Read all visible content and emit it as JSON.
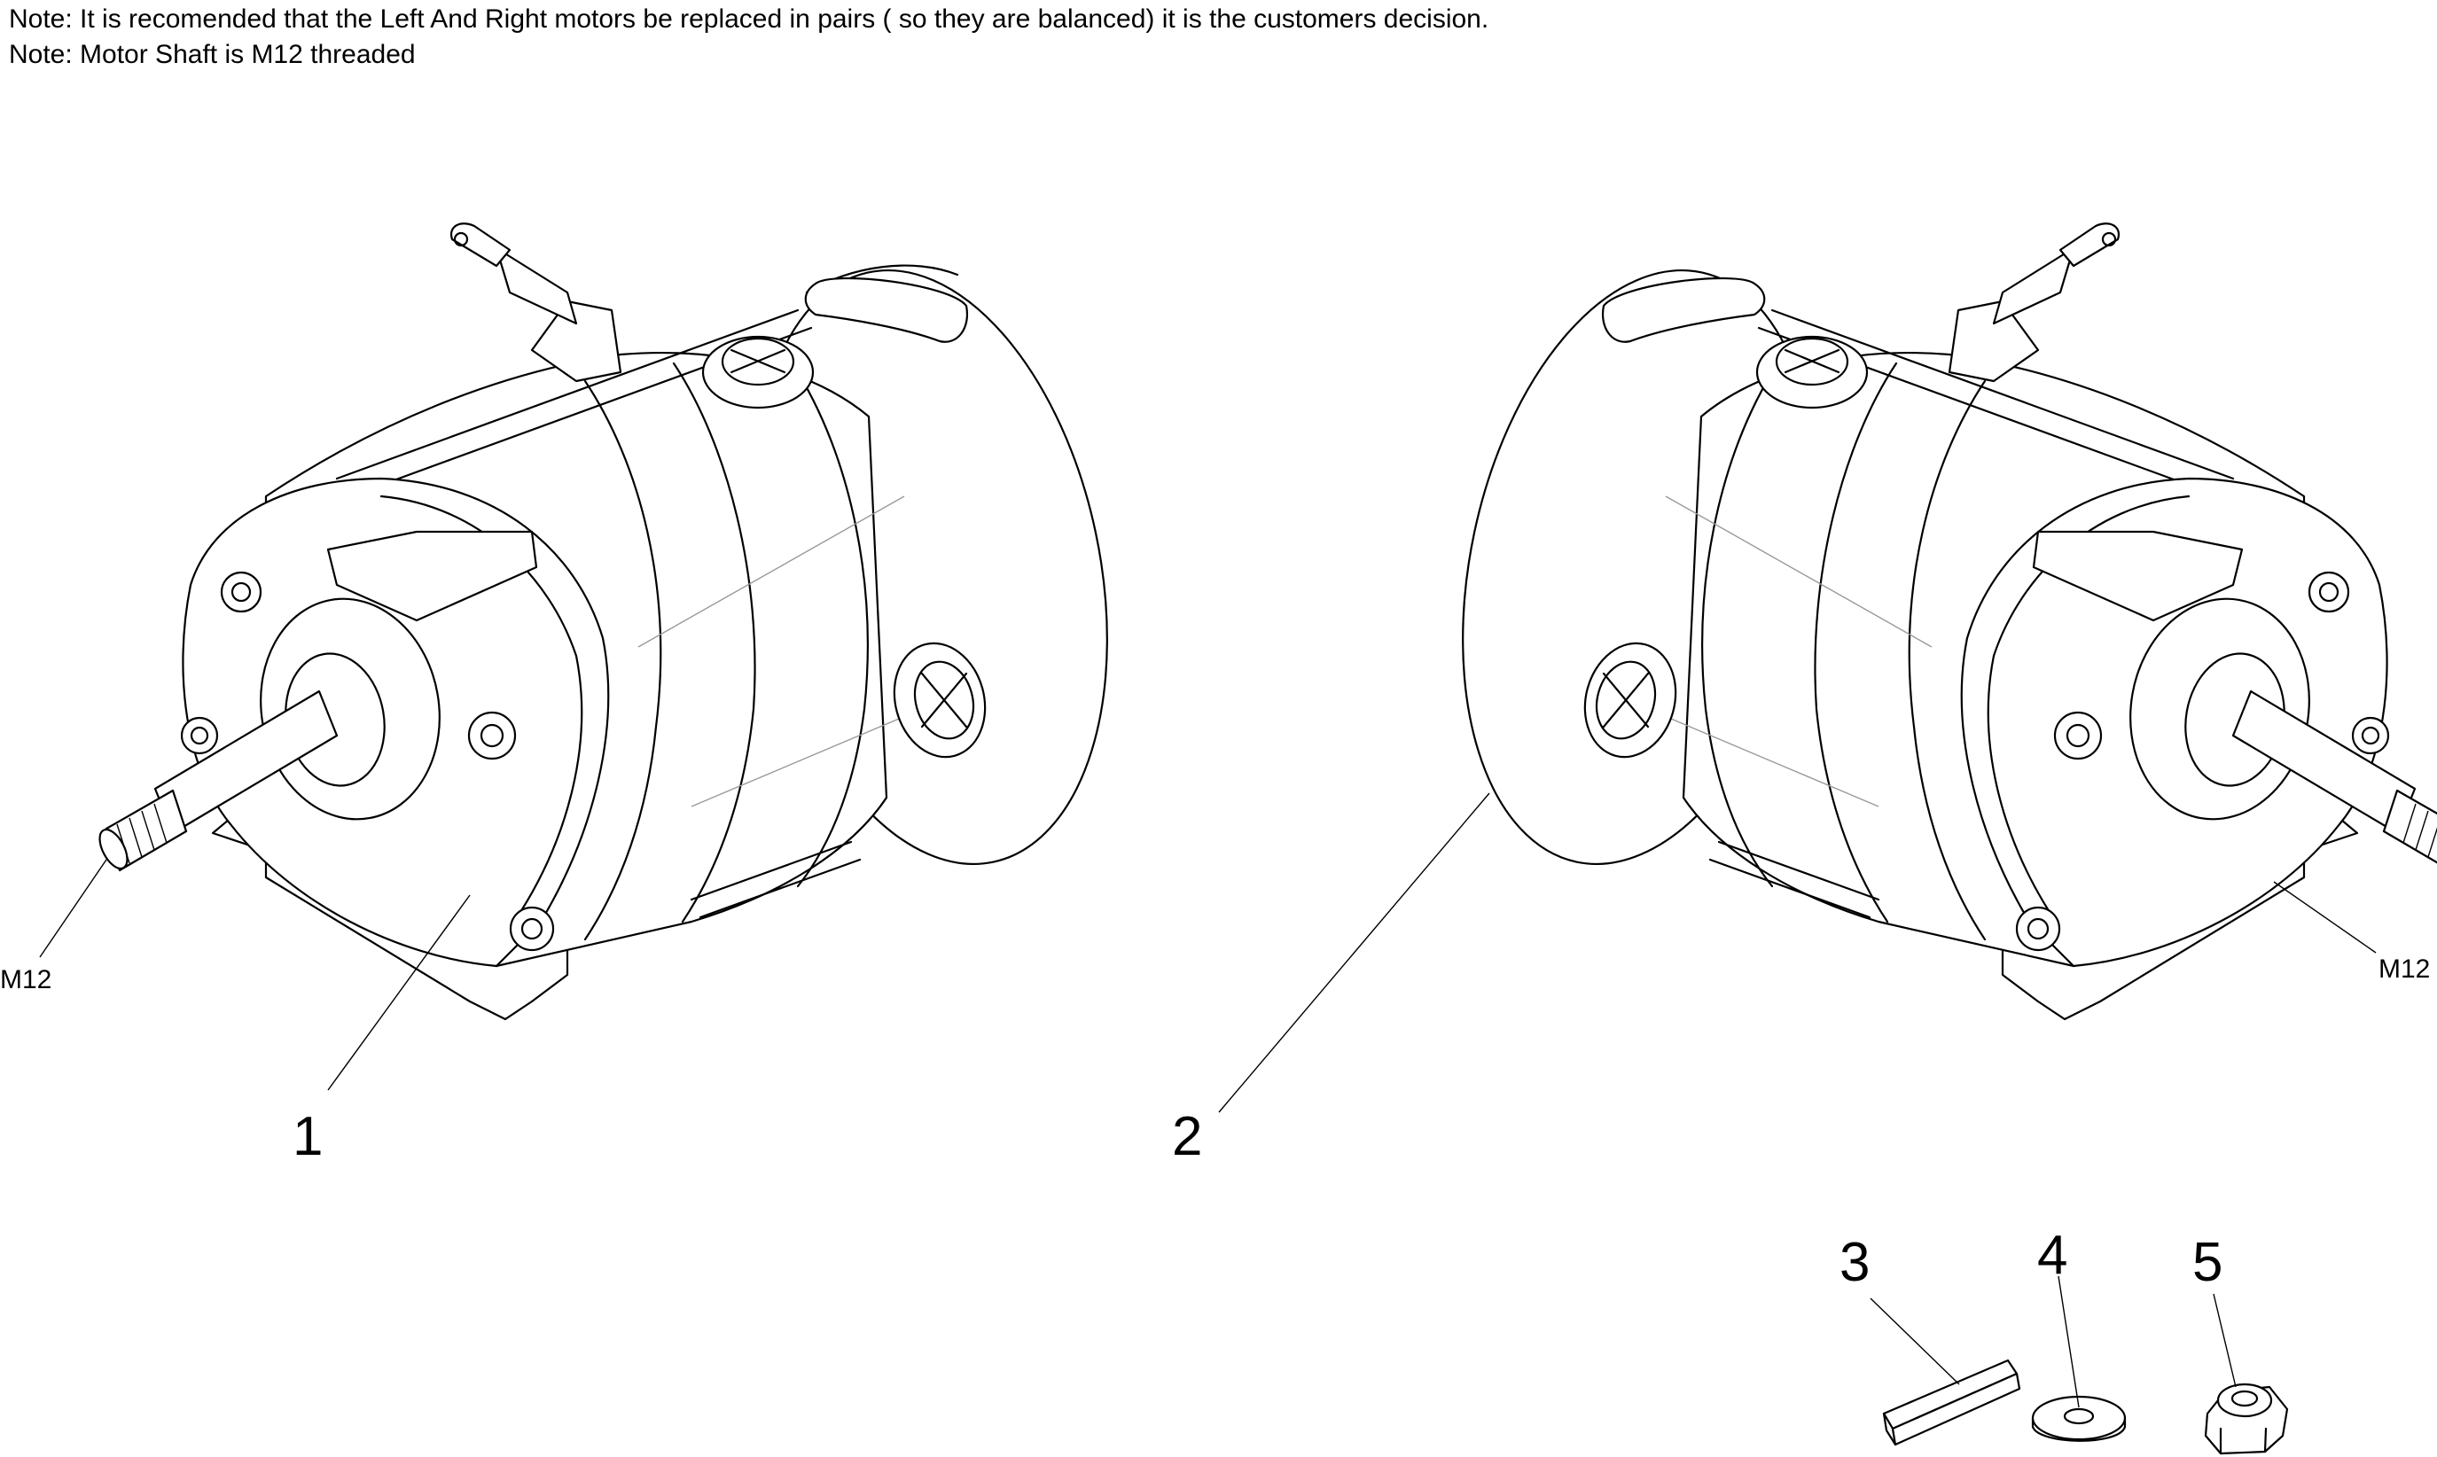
{
  "notes": {
    "line1": "Note: It is recomended that the Left And Right motors be replaced in pairs ( so they are balanced) it is the customers decision.",
    "line2": "Note: Motor Shaft is M12 threaded"
  },
  "parts": {
    "p1": "1",
    "p2": "2",
    "p3": "3",
    "p4": "4",
    "p5": "5"
  },
  "thread_labels": {
    "left": "M12",
    "right": "M12"
  }
}
